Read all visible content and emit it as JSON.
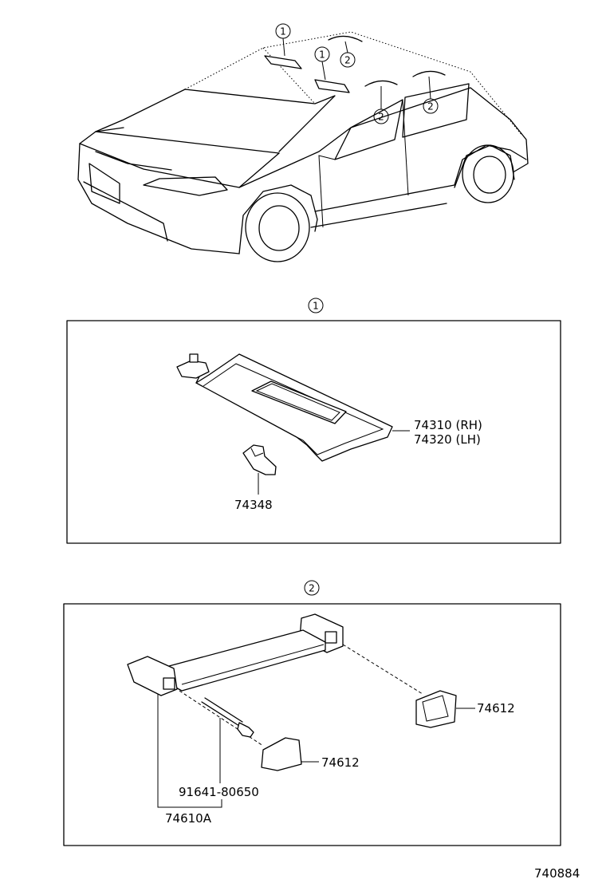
{
  "callouts": {
    "sunvisor_ref": "1",
    "grip_ref": "2"
  },
  "sunvisor_section": {
    "visor_part": "74310 (RH)",
    "visor_part_lh": "74320 (LH)",
    "holder_part": "74348"
  },
  "grip_section": {
    "cover_right": "74612",
    "cover_left": "74612",
    "screw_part": "91641-80650",
    "grip_assy": "74610A"
  },
  "diagram_id": "740884"
}
